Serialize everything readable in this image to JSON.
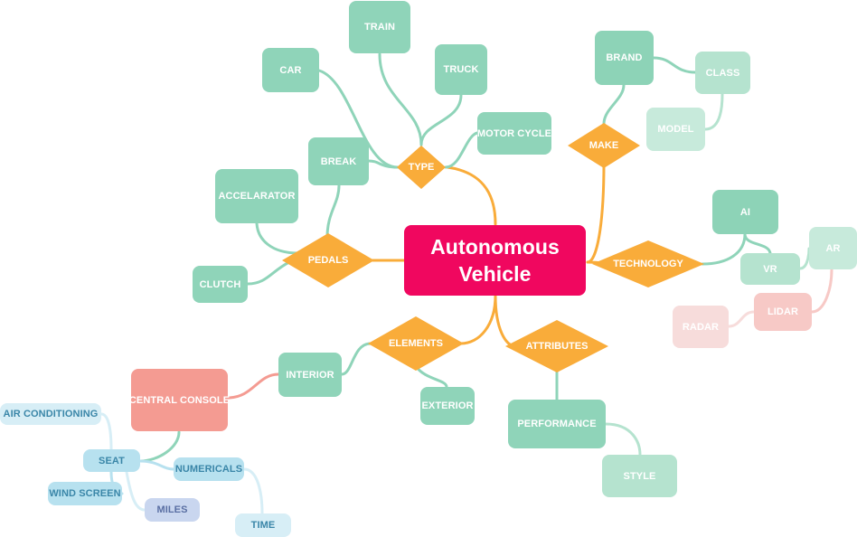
{
  "root": {
    "line1": "Autonomous",
    "line2": "Vehicle"
  },
  "colors": {
    "root": "#f0075f",
    "diamond": "#f9ac3a",
    "teal": "#8fd4b9",
    "salmon": "#f49b92",
    "blue": "#b7e1ef",
    "blue_text": "#3a86a8"
  },
  "categories": {
    "type": "TYPE",
    "make": "MAKE",
    "pedals": "PEDALS",
    "technology": "TECHNOLOGY",
    "elements": "ELEMENTS",
    "attributes": "ATTRIBUTES"
  },
  "type_items": {
    "train": "TRAIN",
    "car": "CAR",
    "truck": "TRUCK",
    "motor_cycle": "MOTOR CYCLE",
    "break": "BREAK"
  },
  "make_items": {
    "brand": "BRAND",
    "class": "CLASS",
    "model": "MODEL"
  },
  "pedals_items": {
    "accelarator": "ACCELARATOR",
    "clutch": "CLUTCH"
  },
  "technology_items": {
    "ai": "AI",
    "vr": "VR",
    "ar": "AR",
    "lidar": "LIDAR",
    "radar": "RADAR"
  },
  "elements_items": {
    "interior": "INTERIOR",
    "exterior": "EXTERIOR",
    "central_console": "CENTRAL CONSOLE"
  },
  "console_items": {
    "air_conditioning": "AIR CONDITIONING",
    "seat": "SEAT",
    "wind_screen": "WIND SCREEN",
    "miles": "MILES",
    "numericals": "NUMERICALS",
    "time": "TIME"
  },
  "attributes_items": {
    "performance": "PERFORMANCE",
    "style": "STYLE"
  }
}
